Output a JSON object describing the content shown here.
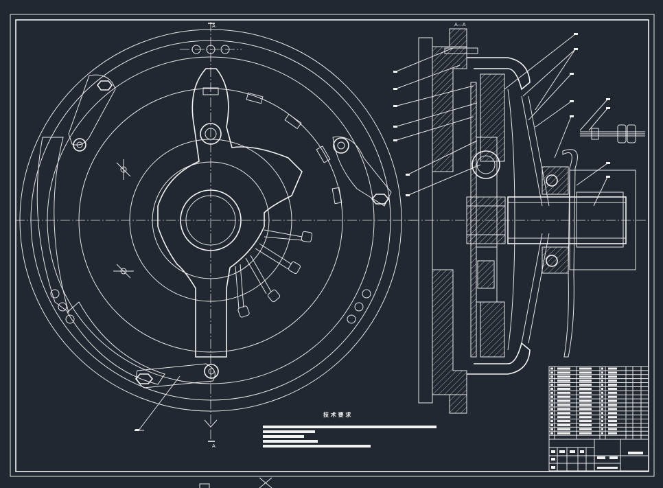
{
  "drawing": {
    "tech_title": "技 术 要 求",
    "section_mark_top": "A—A",
    "view_mark_top": "A",
    "view_mark_bottom": "A"
  },
  "colors": {
    "background": "#222831",
    "line": "#e8e8e8"
  }
}
